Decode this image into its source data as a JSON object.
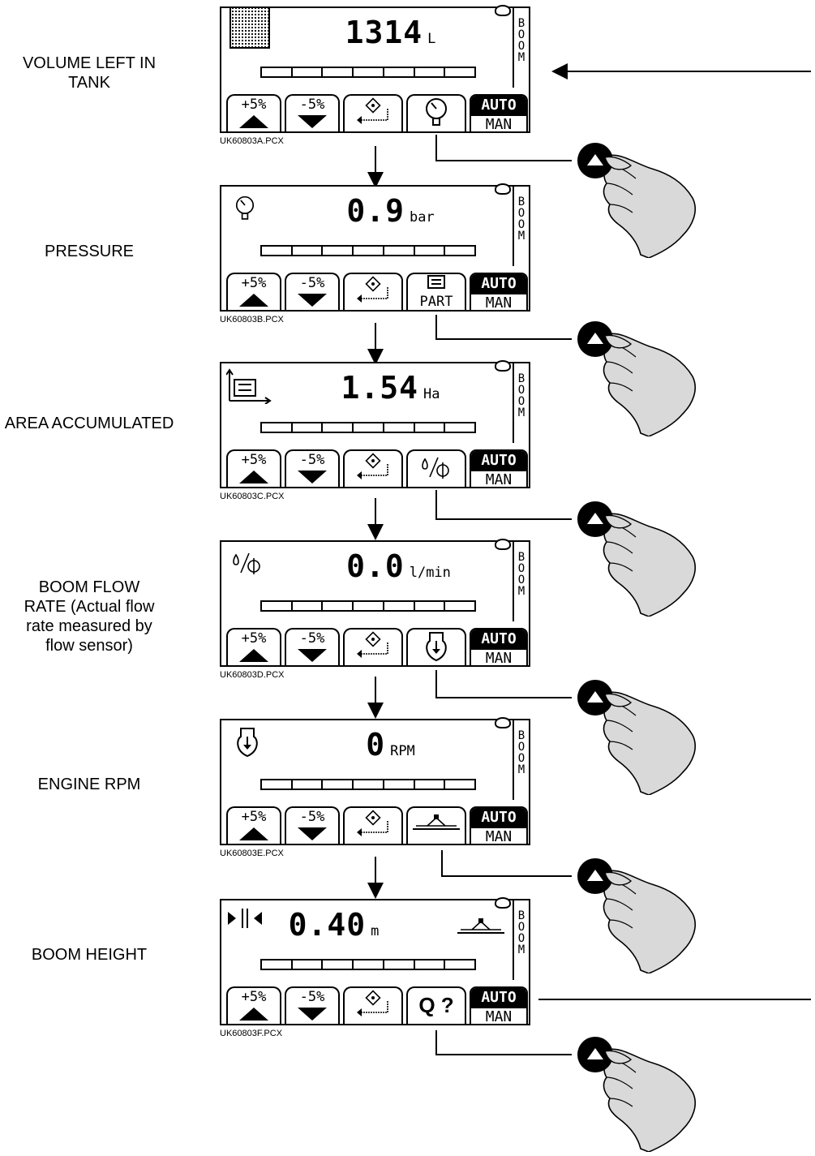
{
  "labels": {
    "volume": "VOLUME LEFT IN TANK",
    "pressure": "PRESSURE",
    "area": "AREA ACCUMULATED",
    "flow_l1": "BOOM FLOW",
    "flow_l2": "RATE (Actual flow",
    "flow_l3": "rate measured by",
    "flow_l4": "flow sensor)",
    "rpm": "ENGINE RPM",
    "height": "BOOM HEIGHT"
  },
  "common": {
    "boom": [
      "B",
      "O",
      "O",
      "M"
    ],
    "plus5": "+5%",
    "minus5": "-5%",
    "auto": "AUTO",
    "man": "MAN"
  },
  "screens": [
    {
      "value": "1314",
      "unit": "L",
      "caption": "UK60803A.PCX",
      "button4_icon": "pressure-gauge-icon"
    },
    {
      "value": "0.9",
      "unit": "bar",
      "caption": "UK60803B.PCX",
      "button4_label": "PART",
      "button4_icon": "partial-area-icon"
    },
    {
      "value": "1.54",
      "unit": "Ha",
      "caption": "UK60803C.PCX",
      "button4_icon": "flow-rate-icon"
    },
    {
      "value": "0.0",
      "unit": "l/min",
      "caption": "UK60803D.PCX",
      "button4_icon": "engine-icon"
    },
    {
      "value": "0",
      "unit": "RPM",
      "caption": "UK60803E.PCX",
      "button4_icon": "boom-icon"
    },
    {
      "value": "0.40",
      "unit": "m",
      "caption": "UK60803F.PCX",
      "button4_label": "Q ?",
      "button4_icon": "question-icon"
    }
  ]
}
